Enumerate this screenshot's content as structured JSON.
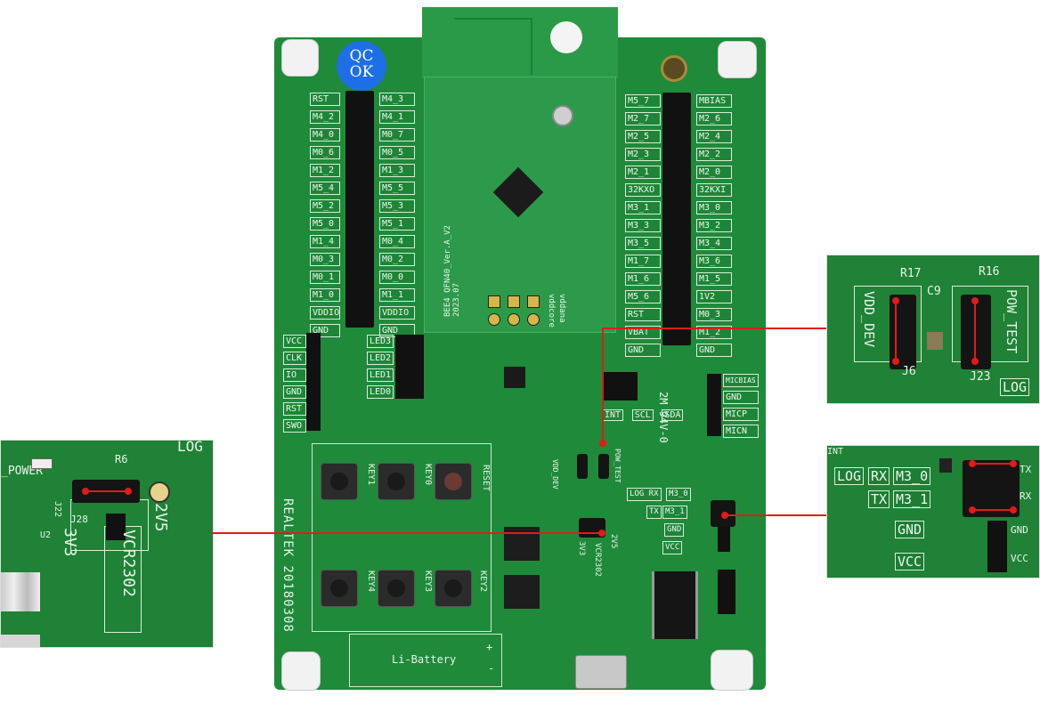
{
  "board": {
    "sticker": [
      "QC",
      "OK"
    ],
    "left_header_labels": [
      "RST",
      "M4_2",
      "M4_0",
      "M0_6",
      "M1_2",
      "M5_4",
      "M5_2",
      "M5_0",
      "M1_4",
      "M0_3",
      "M0_1",
      "M1_0",
      "VDDIO",
      "GND"
    ],
    "left_inner_labels": [
      "M4_3",
      "M4_1",
      "M0_7",
      "M0_5",
      "M1_3",
      "M5_5",
      "M5_3",
      "M5_1",
      "M0_4",
      "M0_2",
      "M0_0",
      "M1_1",
      "VDDIO",
      "GND"
    ],
    "right_inner_labels": [
      "M5_7",
      "M2_7",
      "M2_5",
      "M2_3",
      "M2_1",
      "32KXO",
      "M3_1",
      "M3_3",
      "M3_5",
      "M1_7",
      "M1_6",
      "M5_6",
      "RST",
      "VBAT",
      "GND"
    ],
    "right_outer_labels": [
      "MBIAS",
      "M2_6",
      "M2_4",
      "M2_2",
      "M2_0",
      "32KXI",
      "M3_0",
      "M3_2",
      "M3_4",
      "M3_6",
      "M1_5",
      "1V2",
      "M0_3",
      "M1_2",
      "GND"
    ],
    "swd_labels": [
      "VCC",
      "CLK",
      "IO",
      "GND",
      "RST",
      "SWO"
    ],
    "led_labels": [
      "LED3",
      "LED2",
      "LED1",
      "LED0"
    ],
    "mic_labels": [
      "MICBIAS",
      "GND",
      "MICP",
      "MICN"
    ],
    "i2c_labels": [
      "INT",
      "SCL",
      "SDA"
    ],
    "module_text": [
      "BEE4",
      "QFN40_Ver.A_V2",
      "2023.07"
    ],
    "vdd_text": [
      "vddana",
      "vddcore"
    ],
    "key_labels": [
      "KEY1",
      "KEY0",
      "RESET",
      "KEY4",
      "KEY3",
      "KEY2"
    ],
    "brand": "REALTEK 20180308",
    "battery": "Li-Battery",
    "battery_plus": "+",
    "battery_minus": "-",
    "logo_mark": "2M 94V-0",
    "jumper_labels": [
      "VDD_DEV",
      "POW_TEST",
      "3V3",
      "2V5",
      "VCR2302",
      "LOG RX",
      "TX",
      "M3_0",
      "M3_1",
      "GND",
      "VCC"
    ]
  },
  "zoom_left": {
    "labels": [
      "_POWER",
      "J22",
      "J28",
      "3V3",
      "2V5",
      "VCR2302",
      "R6",
      "U2",
      "LOG"
    ]
  },
  "zoom_top_right": {
    "labels": [
      "VDD_DEV",
      "POW_TEST",
      "R17",
      "R16",
      "C9",
      "J6",
      "J23",
      "LOG"
    ]
  },
  "zoom_bottom_right": {
    "labels": [
      "LOG",
      "RX",
      "M3_0",
      "TX",
      "M3_1",
      "GND",
      "VCC",
      "TX",
      "RX",
      "GND",
      "VCC",
      "INT"
    ]
  },
  "colors": {
    "pcb": "#1f8a3a",
    "callout": "#e21a1a",
    "sticker": "#1e6ee6"
  }
}
